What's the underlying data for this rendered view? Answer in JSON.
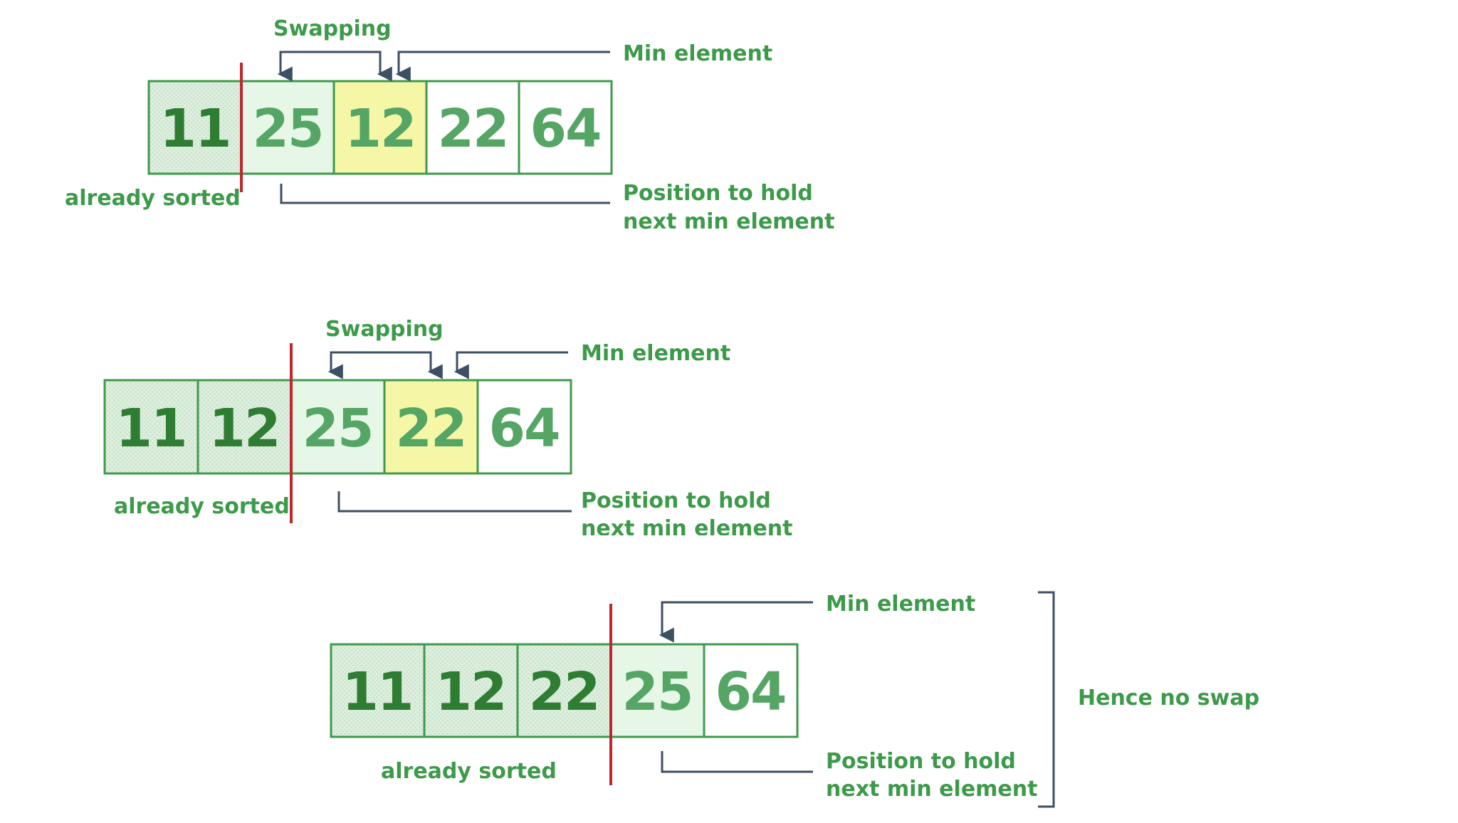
{
  "colors": {
    "green_border": "#3f9a4b",
    "sorted_text": "#2e7d32",
    "unsorted_text": "#55a565",
    "current_fill": "#e6f7e8",
    "min_fill": "#f6f7a6",
    "sorted_fill": "#d9ecd9",
    "plain_fill": "#ffffff",
    "divider": "#c0262d",
    "arrow": "#3d4f63",
    "label_green": "#3d9a4a"
  },
  "steps": [
    {
      "cells": [
        {
          "value": "11",
          "state": "sorted"
        },
        {
          "value": "25",
          "state": "current"
        },
        {
          "value": "12",
          "state": "min"
        },
        {
          "value": "22",
          "state": "plain"
        },
        {
          "value": "64",
          "state": "plain"
        }
      ],
      "sorted_count": 1,
      "current_index": 1,
      "min_index": 2,
      "swap": true,
      "labels": {
        "swapping": "Swapping",
        "min_element": "Min element",
        "position_line1": "Position to hold",
        "position_line2": "next min element",
        "already_sorted": "already sorted"
      }
    },
    {
      "cells": [
        {
          "value": "11",
          "state": "sorted"
        },
        {
          "value": "12",
          "state": "sorted"
        },
        {
          "value": "25",
          "state": "current"
        },
        {
          "value": "22",
          "state": "min"
        },
        {
          "value": "64",
          "state": "plain"
        }
      ],
      "sorted_count": 2,
      "current_index": 2,
      "min_index": 3,
      "swap": true,
      "labels": {
        "swapping": "Swapping",
        "min_element": "Min element",
        "position_line1": "Position to hold",
        "position_line2": "next min element",
        "already_sorted": "already sorted"
      }
    },
    {
      "cells": [
        {
          "value": "11",
          "state": "sorted"
        },
        {
          "value": "12",
          "state": "sorted"
        },
        {
          "value": "22",
          "state": "sorted"
        },
        {
          "value": "25",
          "state": "current"
        },
        {
          "value": "64",
          "state": "plain"
        }
      ],
      "sorted_count": 3,
      "current_index": 3,
      "min_index": 3,
      "swap": false,
      "labels": {
        "min_element": "Min element",
        "position_line1": "Position to hold",
        "position_line2": "next min element",
        "already_sorted": "already sorted",
        "hence_no_swap": "Hence no swap"
      }
    }
  ]
}
